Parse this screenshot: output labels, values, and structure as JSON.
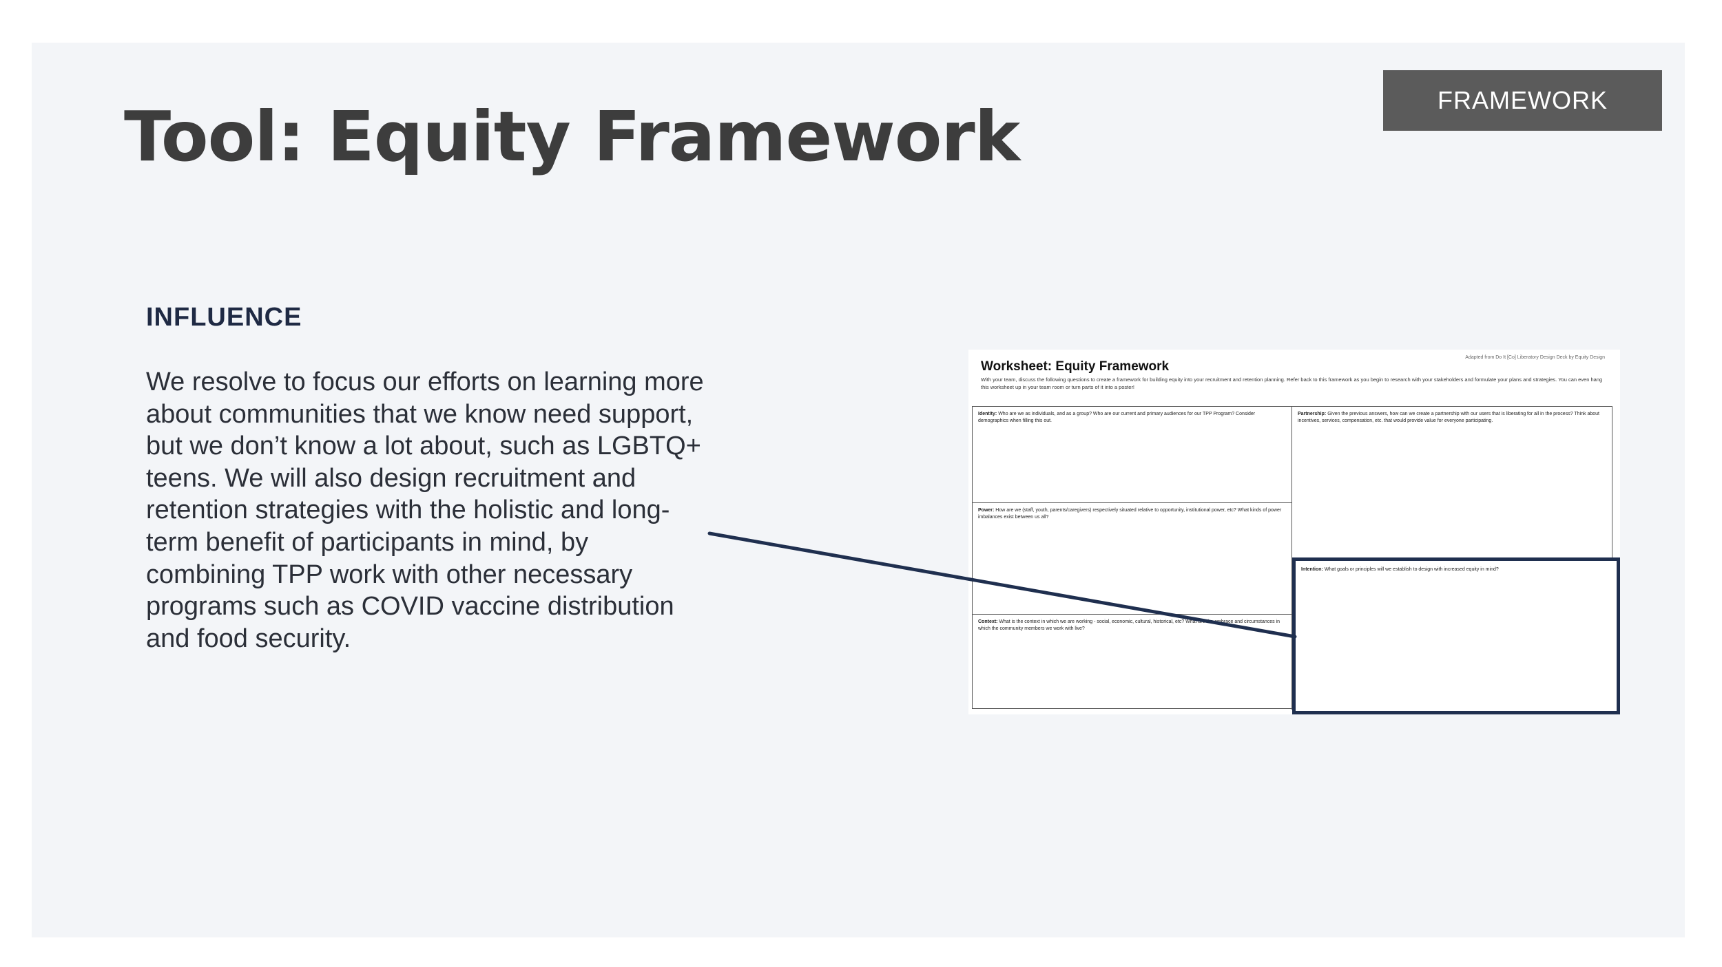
{
  "badge_label": "FRAMEWORK",
  "title": "Tool: Equity Framework",
  "section_heading": "INFLUENCE",
  "body_text": "We resolve to focus our efforts on learning more about communities that we know need support, but we don’t know a lot about, such as LGBTQ+ teens. We will also design recruitment and retention strategies with the holistic and long-term benefit of participants in mind, by combining TPP work with other necessary programs such as COVID vaccine distribution and food security.",
  "worksheet": {
    "credit": "Adapted from Do It [Co] Liberatory Design Deck by Equity Design",
    "title": "Worksheet: Equity Framework",
    "intro": "With your team, discuss the following questions to create a framework for building equity into your recruitment and retention planning. Refer back to this framework as you begin to research with your stakeholders and formulate your plans and strategies. You can even hang this worksheet up in your team room or turn parts of it into a poster!",
    "cells": {
      "identity_label": "Identity:",
      "identity_text": "Who are we as individuals, and as a group? Who are our current and primary audiences for our TPP Program? Consider demographics when filling this out.",
      "power_label": "Power:",
      "power_text": "How are we (staff, youth, parents/caregivers) respectively situated relative to opportunity, institutional power, etc? What kinds of power imbalances exist between us all?",
      "context_label": "Context:",
      "context_text": "What is the context in which we are working - social, economic, cultural, historical, etc? What are the embrace and circumstances in which the community members we work with live?",
      "partnership_label": "Partnership:",
      "partnership_text": "Given the previous answers, how can we create a partnership with our users that is liberating for all in the process? Think about incentives, services, compensation, etc. that would provide value for everyone participating.",
      "intention_label": "Intention:",
      "intention_text": "What goals or principles will we establish to design with increased equity in mind?"
    }
  },
  "colors": {
    "accent_navy": "#1f2f4f",
    "badge_gray": "#5b5b5b",
    "title_gray": "#3d3d3d",
    "slide_bg": "#f3f5f8"
  }
}
